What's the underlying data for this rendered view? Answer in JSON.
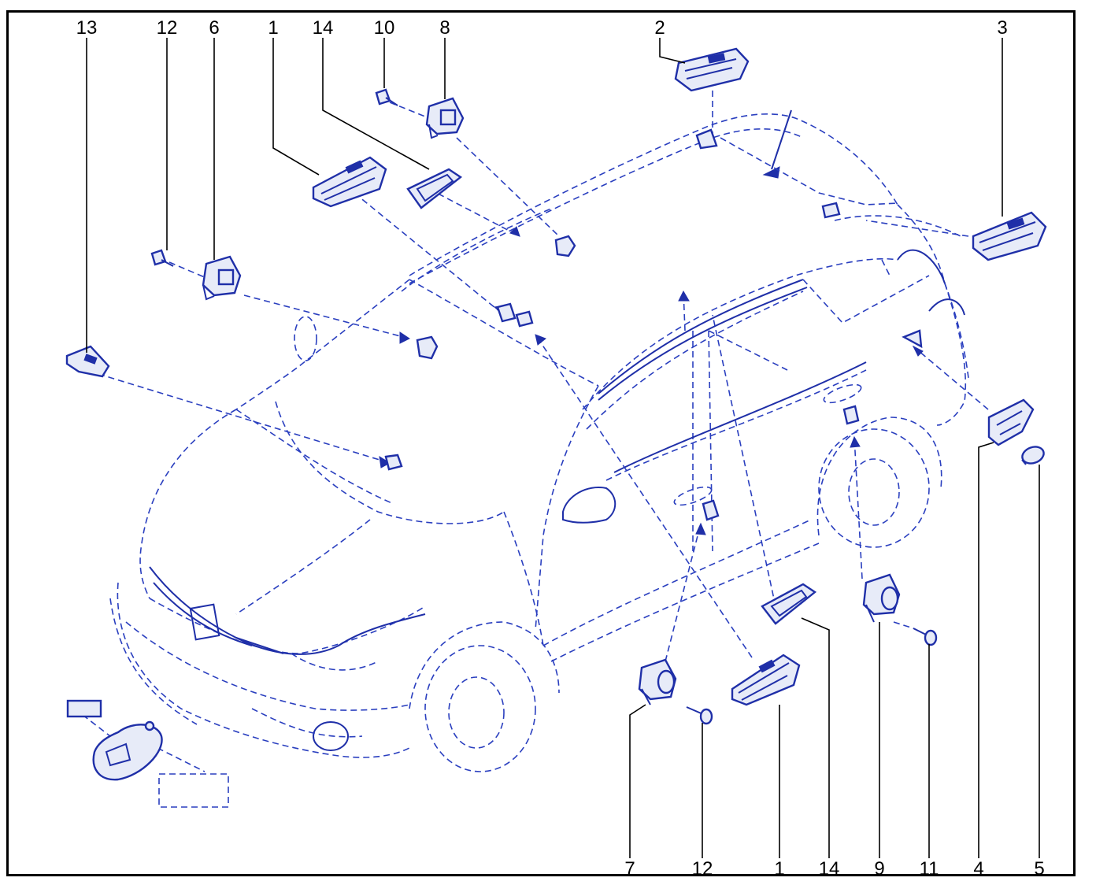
{
  "callouts": {
    "top": [
      "13",
      "12",
      "6",
      "1",
      "14",
      "10",
      "8",
      "2",
      "3"
    ],
    "bottom": [
      "7",
      "12",
      "1",
      "14",
      "9",
      "11",
      "4",
      "5"
    ]
  },
  "colors": {
    "line": "#1f2fa8",
    "fill": "#e7ebf8",
    "frame": "#000000",
    "background": "#ffffff"
  },
  "icons": [
    "lamp-unit",
    "gasket",
    "bulb",
    "screw",
    "socket",
    "lens"
  ]
}
